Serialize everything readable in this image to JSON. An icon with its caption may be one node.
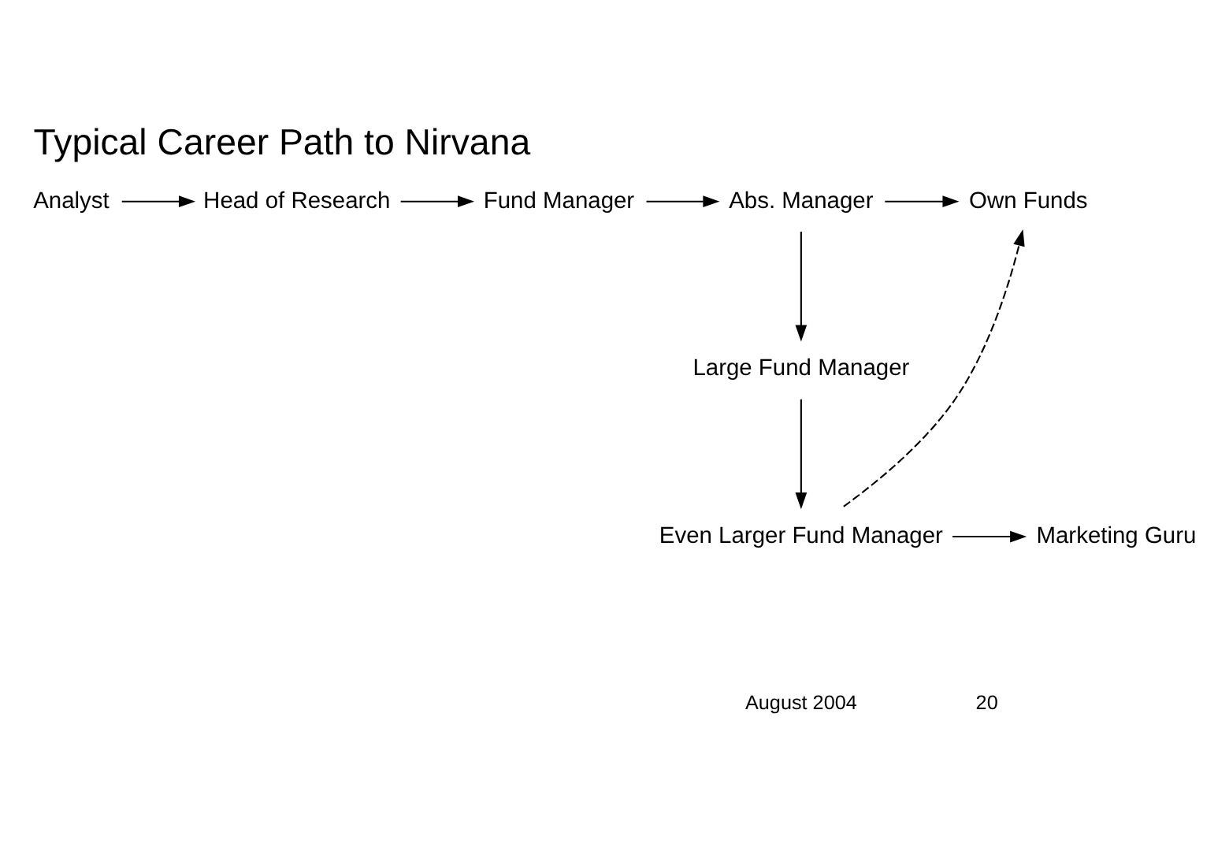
{
  "diagram": {
    "title": "Typical Career Path to Nirvana",
    "nodes": [
      {
        "text": [
          "Analyst"
        ]
      },
      {
        "text": [
          "Head of Research"
        ]
      },
      {
        "text": [
          "Fund Manager"
        ]
      },
      {
        "text": [
          "Abs. Manager"
        ]
      },
      {
        "text": [
          "Own Funds"
        ]
      },
      {
        "text": [
          "Large Fund Manager"
        ]
      },
      {
        "text": [
          "Marketing Guru"
        ]
      },
      {
        "text": [
          "Even Larger Fund Manager"
        ]
      }
    ],
    "edges": [
      {
        "from": 0,
        "to": 1,
        "arrow": "to"
      },
      {
        "from": 1,
        "to": 2,
        "arrow": "to"
      },
      {
        "from": 2,
        "to": 3,
        "arrow": "to"
      },
      {
        "from": 3,
        "to": 4,
        "arrow": "to"
      },
      {
        "from": 3,
        "to": 5,
        "arrow": "to"
      },
      {
        "from": 5,
        "to": 7,
        "arrow": "to"
      },
      {
        "from": 7,
        "to": 6,
        "arrow": "to"
      },
      {
        "from": 7,
        "to": 4,
        "arrow": "to",
        "style": "dashed"
      }
    ],
    "labels": [
      "August 2004",
      "20"
    ]
  }
}
